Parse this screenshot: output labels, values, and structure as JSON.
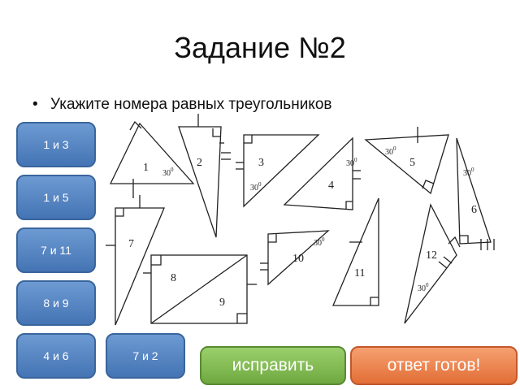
{
  "title": "Задание №2",
  "task": "Укажите номера равных треугольников",
  "options": [
    "1 и 3",
    "1 и 5",
    "7 и 11",
    "8 и 9",
    "4 и 6",
    "7 и 2"
  ],
  "actions": {
    "fix": "исправить",
    "ready": "ответ готов!"
  },
  "figure": {
    "numbers": [
      "1",
      "2",
      "3",
      "4",
      "5",
      "6",
      "7",
      "8",
      "9",
      "10",
      "11",
      "12"
    ],
    "angle": "30",
    "degree": "0"
  },
  "colors": {
    "button_blue": "#4f82c0",
    "fix_green": "#7fb84c",
    "ready_orange": "#ee7f45"
  }
}
